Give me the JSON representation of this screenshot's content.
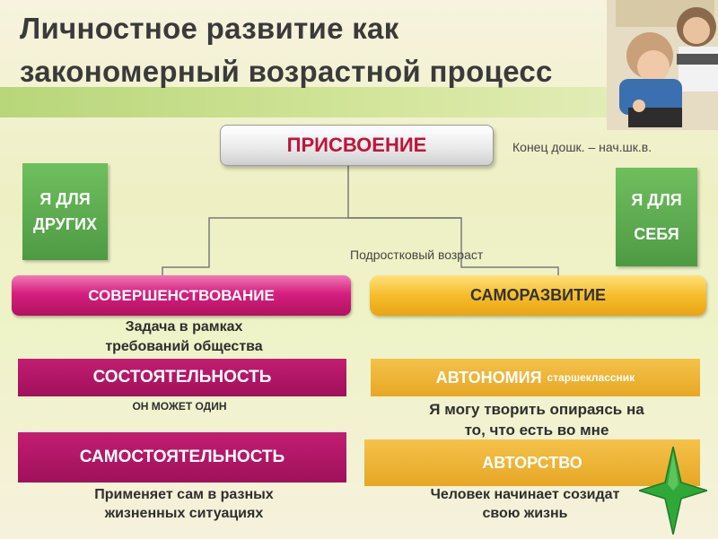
{
  "title": "Личностное развитие как закономерный возрастной процесс",
  "top_box": "ПРИСВОЕНИЕ",
  "note_top": "Конец дошк. – нач.шк.в.",
  "note_middle": "Подростковый возраст",
  "left_box": {
    "line1": "Я ДЛЯ",
    "line2": "ДРУГИХ"
  },
  "right_box": {
    "line1": "Я ДЛЯ",
    "line2": "СЕБЯ"
  },
  "left_branch": {
    "header": "СОВЕРШЕНСТВОВАНИЕ",
    "task_line1": "Задача в рамках",
    "task_line2": "требований общества",
    "level1": "СОСТОЯТЕЛЬНОСТЬ",
    "level1_caption": "ОН МОЖЕТ ОДИН",
    "level2": "САМОСТОЯТЕЛЬНОСТЬ",
    "level2_caption_line1": "Применяет сам в разных",
    "level2_caption_line2": "жизненных ситуациях"
  },
  "right_branch": {
    "header": "САМОРАЗВИТИЕ",
    "level1": "АВТОНОМИЯ",
    "level1_suffix": "старшеклассник",
    "level1_caption_line1": "Я могу творить опираясь на",
    "level1_caption_line2": "то, что есть во мне",
    "level2": "АВТОРСТВО",
    "level2_caption_line1": "Человек начинает созидат",
    "level2_caption_line2": "свою жизнь"
  },
  "colors": {
    "title": "#3a3a3a",
    "accent_red": "#c0143c",
    "green": "#4e9a44",
    "magenta": "#b0125f",
    "gold": "#e7a725",
    "star": "#2fa83a"
  },
  "icons": [
    "child-photo",
    "star-icon"
  ]
}
